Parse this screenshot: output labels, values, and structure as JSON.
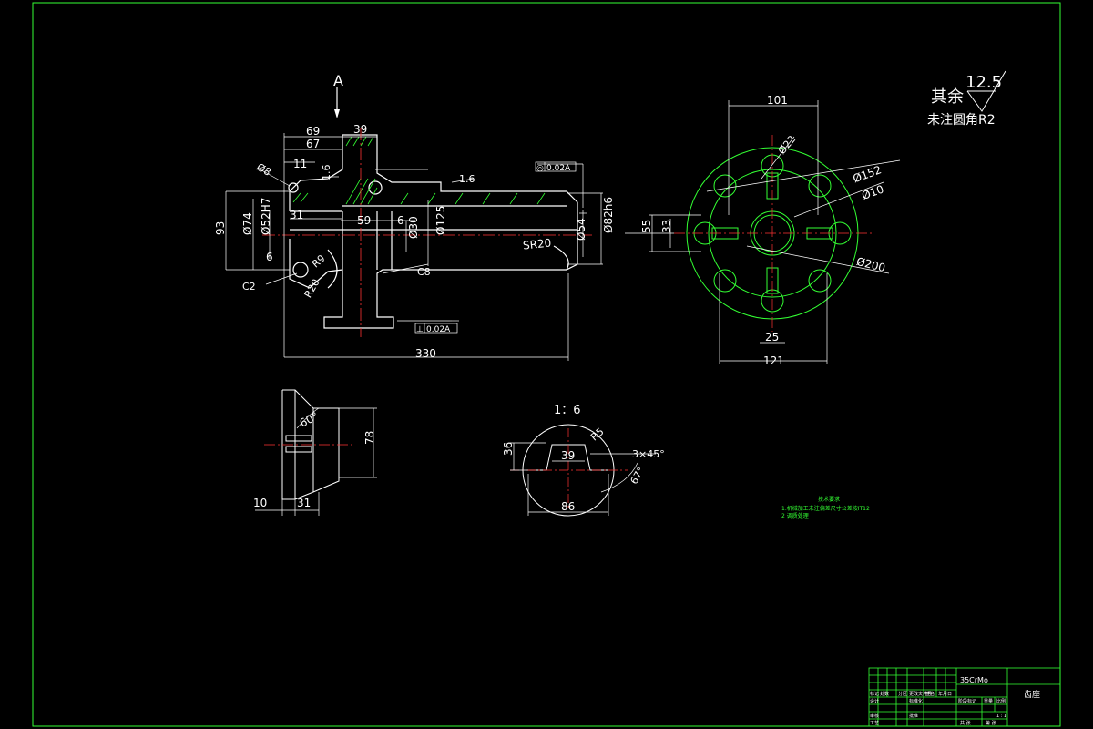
{
  "view_label": "A",
  "roughness": {
    "rest_label": "其余",
    "value": "12.5",
    "fillet_note": "未注圆角R2"
  },
  "front_view": {
    "d69": "69",
    "d39": "39",
    "d67": "67",
    "d11": "11",
    "phi8": "Ø8",
    "t18a": "1.6",
    "t18b": "1.6",
    "gtol_top": "0.02A",
    "gtol_bottom": "0.02A",
    "d93": "93",
    "phi74": "Ø74",
    "phi52": "Ø52H7",
    "d31": "31",
    "d59": "59",
    "d6a": "6",
    "phi30": "Ø30",
    "phi125": "Ø125",
    "sr20": "SR20",
    "phi54": "Ø54",
    "phi82": "Ø82h6",
    "d6b": "6",
    "c2": "C2",
    "r9": "R9",
    "r20": "R20",
    "c8": "C8",
    "d330": "330"
  },
  "side_view": {
    "d101": "101",
    "phi22": "Ø22",
    "phi152": "Ø152",
    "phi10": "Ø10",
    "d55": "55",
    "d33": "33",
    "phi200": "Ø200",
    "d25": "25",
    "d121": "121"
  },
  "section_a": {
    "d60": "60°",
    "d78": "78",
    "d10": "10",
    "d31": "31"
  },
  "detail": {
    "scale": "1：6",
    "d36": "36",
    "d39": "39",
    "r5": "R5",
    "chamfer": "3×45°",
    "d67": "67°",
    "d86": "86"
  },
  "tech_req": {
    "title": "技术要求",
    "line1": "1.机械加工未注偏差尺寸公差按IT12",
    "line2": "2 调质处理"
  },
  "title_block": {
    "material": "35CrMo",
    "part_name": "齿座",
    "r1": "标记",
    "r2": "处数",
    "r3": "分区",
    "r4": "更改文件号",
    "r5": "签名",
    "r6": "年月日",
    "design": "设计",
    "check": "审核",
    "process": "工艺",
    "std": "标准化",
    "approve": "批准",
    "stage": "阶段标记",
    "weight": "重量",
    "ratio": "比例",
    "sheets": "共 张",
    "sheet": "第 张",
    "one": "1 : 1"
  }
}
